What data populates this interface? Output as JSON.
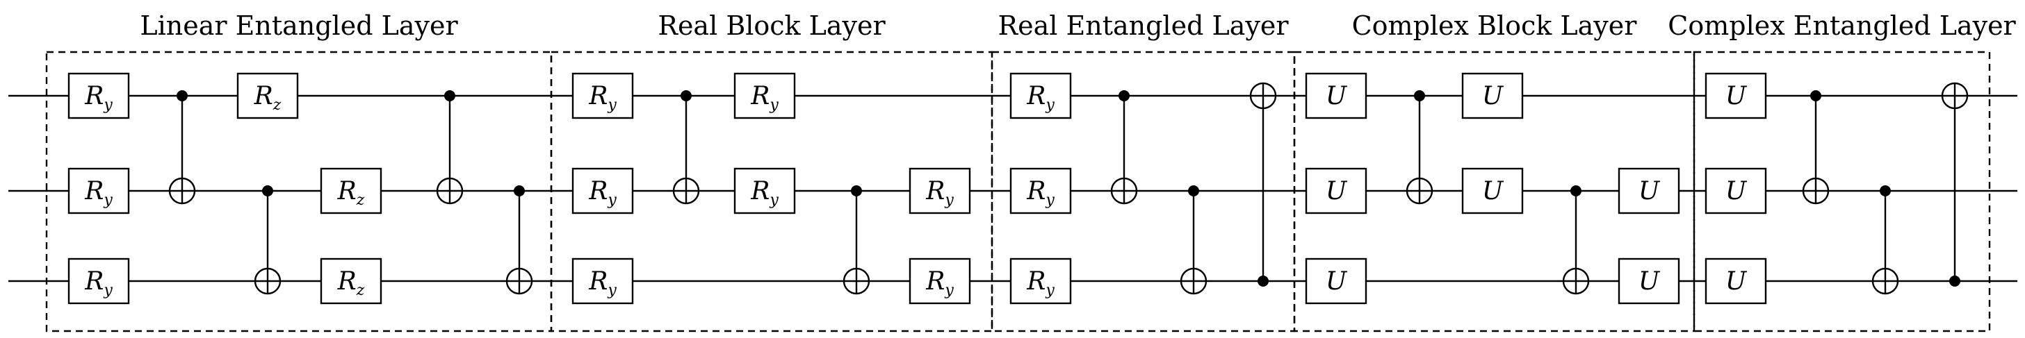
{
  "diagram": {
    "layers": [
      {
        "title": "Linear Entangled Layer",
        "ops": [
          {
            "type": "gate",
            "wire": 0,
            "label": "R",
            "sub": "y"
          },
          {
            "type": "gate",
            "wire": 1,
            "label": "R",
            "sub": "y"
          },
          {
            "type": "gate",
            "wire": 2,
            "label": "R",
            "sub": "y"
          },
          {
            "type": "cnot",
            "control": 0,
            "target": 1
          },
          {
            "type": "gate",
            "wire": 0,
            "label": "R",
            "sub": "z"
          },
          {
            "type": "cnot",
            "control": 1,
            "target": 2
          },
          {
            "type": "gate",
            "wire": 1,
            "label": "R",
            "sub": "z"
          },
          {
            "type": "gate",
            "wire": 2,
            "label": "R",
            "sub": "z"
          },
          {
            "type": "cnot",
            "control": 0,
            "target": 1
          },
          {
            "type": "cnot",
            "control": 1,
            "target": 2
          }
        ]
      },
      {
        "title": "Real Block Layer",
        "ops": [
          {
            "type": "gate",
            "wire": 0,
            "label": "R",
            "sub": "y"
          },
          {
            "type": "gate",
            "wire": 1,
            "label": "R",
            "sub": "y"
          },
          {
            "type": "gate",
            "wire": 2,
            "label": "R",
            "sub": "y"
          },
          {
            "type": "cnot",
            "control": 0,
            "target": 1
          },
          {
            "type": "gate",
            "wire": 0,
            "label": "R",
            "sub": "y"
          },
          {
            "type": "gate",
            "wire": 1,
            "label": "R",
            "sub": "y"
          },
          {
            "type": "cnot",
            "control": 1,
            "target": 2
          },
          {
            "type": "gate",
            "wire": 1,
            "label": "R",
            "sub": "y"
          },
          {
            "type": "gate",
            "wire": 2,
            "label": "R",
            "sub": "y"
          }
        ]
      },
      {
        "title": "Real Entangled Layer",
        "ops": [
          {
            "type": "gate",
            "wire": 0,
            "label": "R",
            "sub": "y"
          },
          {
            "type": "gate",
            "wire": 1,
            "label": "R",
            "sub": "y"
          },
          {
            "type": "gate",
            "wire": 2,
            "label": "R",
            "sub": "y"
          },
          {
            "type": "cnot",
            "control": 0,
            "target": 1
          },
          {
            "type": "cnot",
            "control": 1,
            "target": 2
          },
          {
            "type": "cnot",
            "control": 2,
            "target": 0
          }
        ]
      },
      {
        "title": "Complex Block Layer",
        "ops": [
          {
            "type": "gate",
            "wire": 0,
            "label": "U",
            "sub": ""
          },
          {
            "type": "gate",
            "wire": 1,
            "label": "U",
            "sub": ""
          },
          {
            "type": "gate",
            "wire": 2,
            "label": "U",
            "sub": ""
          },
          {
            "type": "cnot",
            "control": 0,
            "target": 1
          },
          {
            "type": "gate",
            "wire": 0,
            "label": "U",
            "sub": ""
          },
          {
            "type": "gate",
            "wire": 1,
            "label": "U",
            "sub": ""
          },
          {
            "type": "cnot",
            "control": 1,
            "target": 2
          },
          {
            "type": "gate",
            "wire": 1,
            "label": "U",
            "sub": ""
          },
          {
            "type": "gate",
            "wire": 2,
            "label": "U",
            "sub": ""
          }
        ]
      },
      {
        "title": "Complex Entangled Layer",
        "ops": [
          {
            "type": "gate",
            "wire": 0,
            "label": "U",
            "sub": ""
          },
          {
            "type": "gate",
            "wire": 1,
            "label": "U",
            "sub": ""
          },
          {
            "type": "gate",
            "wire": 2,
            "label": "U",
            "sub": ""
          },
          {
            "type": "cnot",
            "control": 0,
            "target": 1
          },
          {
            "type": "cnot",
            "control": 1,
            "target": 2
          },
          {
            "type": "cnot",
            "control": 2,
            "target": 0
          }
        ]
      }
    ],
    "wires": 3,
    "colors": {
      "ink": "#000000",
      "background": "#ffffff"
    }
  }
}
